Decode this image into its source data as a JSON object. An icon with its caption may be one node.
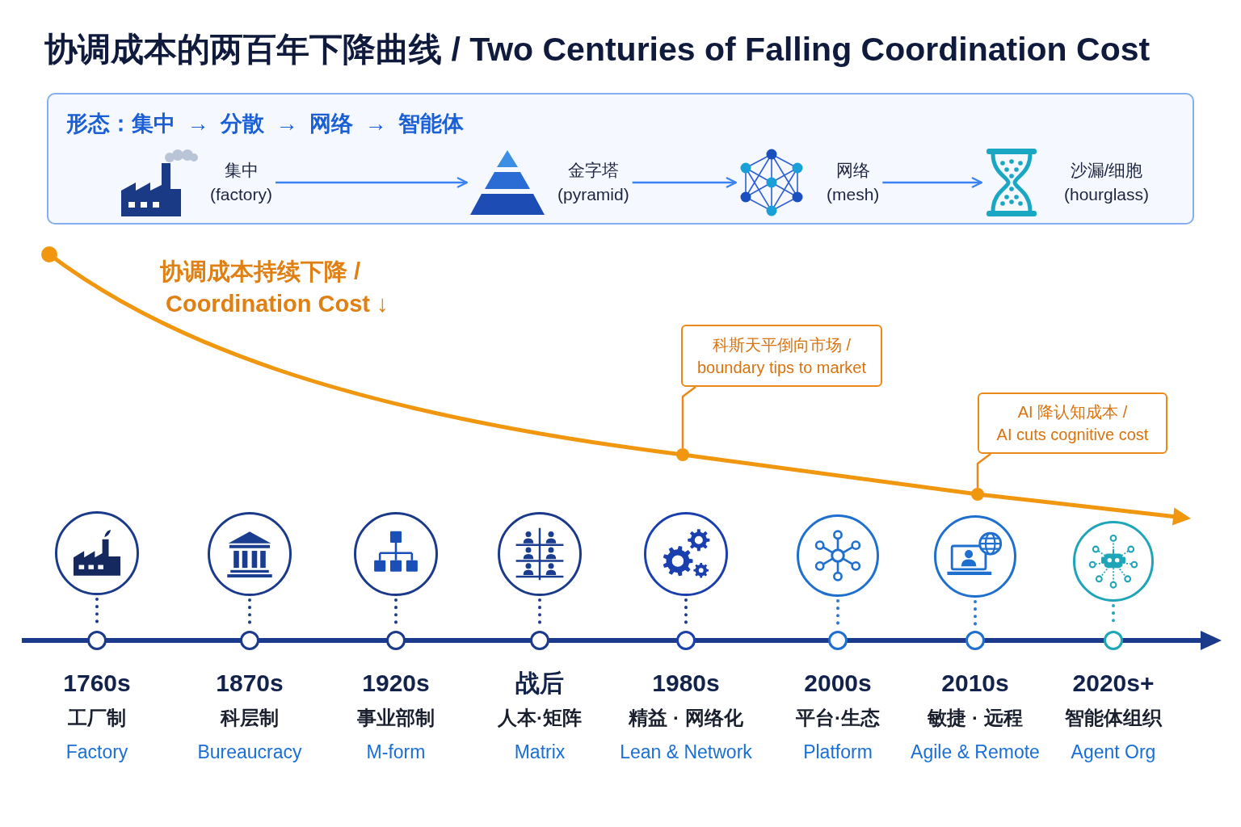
{
  "diagram": {
    "title": "协调成本的两百年下降曲线 / Two Centuries of Falling Coordination Cost",
    "nodes": [
      {
        "text": [
          "形态：集中 → 分散 → 网络 → 智能体"
        ]
      },
      {
        "text": [
          "集中",
          "(factory)"
        ],
        "in": 0
      },
      {
        "text": [
          "金字塔",
          "(pyramid)"
        ],
        "in": 0
      },
      {
        "text": [
          "网络",
          "(mesh)"
        ],
        "in": 0
      },
      {
        "text": [
          "沙漏/细胞",
          "(hourglass)"
        ],
        "in": 0
      },
      {
        "text": [
          "科斯天平倒向市场 /",
          "boundary tips to market"
        ]
      },
      {
        "text": [],
        "shape": "circle"
      },
      {
        "text": [
          "AI 降认知成本 /",
          "AI cuts cognitive cost"
        ]
      },
      {
        "text": [],
        "shape": "circle"
      },
      {
        "text": [],
        "shape": "circle"
      },
      {
        "text": [],
        "shape": "circle",
        "beside": [
          "1760s",
          "工厂制",
          "Factory"
        ]
      },
      {
        "text": [],
        "shape": "circle"
      },
      {
        "text": [],
        "shape": "circle",
        "beside": [
          "1870s",
          "科层制",
          "Bureaucracy"
        ]
      },
      {
        "text": [],
        "shape": "circle"
      },
      {
        "text": [],
        "shape": "circle",
        "beside": [
          "1920s",
          "事业部制",
          "M-form"
        ]
      },
      {
        "text": [],
        "shape": "circle"
      },
      {
        "text": [],
        "shape": "circle",
        "beside": [
          "战后",
          "人本·矩阵",
          "Matrix"
        ]
      },
      {
        "text": [],
        "shape": "circle"
      },
      {
        "text": [],
        "shape": "circle",
        "beside": [
          "1980s",
          "精益 · 网络化",
          "Lean & Network"
        ]
      },
      {
        "text": [],
        "shape": "circle"
      },
      {
        "text": [],
        "shape": "circle",
        "beside": [
          "2000s",
          "平台·生态",
          "Platform"
        ]
      },
      {
        "text": [],
        "shape": "circle"
      },
      {
        "text": [],
        "shape": "circle",
        "beside": [
          "2010s",
          "敏捷 · 远程",
          "Agile & Remote"
        ]
      },
      {
        "text": [],
        "shape": "circle"
      },
      {
        "text": [],
        "shape": "circle",
        "beside": [
          "2020s+",
          "智能体组织",
          "Agent Org"
        ]
      }
    ],
    "edges": [
      {
        "from": 1,
        "to": 2,
        "arrow": "to",
        "color": "#3b82f6"
      },
      {
        "from": 2,
        "to": 3,
        "arrow": "to",
        "color": "#3b82f6"
      },
      {
        "from": 3,
        "to": 4,
        "arrow": "to",
        "color": "#3b82f6"
      },
      {
        "from": 5,
        "to": 6,
        "arrow": "none",
        "color": "#e8891a"
      },
      {
        "from": 7,
        "to": 8,
        "arrow": "none",
        "color": "#e8891a"
      },
      {
        "from": 9,
        "to": 10,
        "arrow": "none",
        "style": "dashed"
      },
      {
        "from": 11,
        "to": 12,
        "arrow": "none",
        "style": "dashed"
      },
      {
        "from": 13,
        "to": 14,
        "arrow": "none",
        "style": "dashed"
      },
      {
        "from": 15,
        "to": 16,
        "arrow": "none",
        "style": "dashed"
      },
      {
        "from": 17,
        "to": 18,
        "arrow": "none",
        "style": "dashed"
      },
      {
        "from": 19,
        "to": 20,
        "arrow": "none",
        "style": "dashed",
        "color": "#2a78d4"
      },
      {
        "from": 21,
        "to": 22,
        "arrow": "none",
        "style": "dashed",
        "color": "#2a78d4"
      },
      {
        "from": 23,
        "to": 24,
        "arrow": "none",
        "style": "dashed",
        "color": "#22a8bf"
      }
    ],
    "labels": [
      "协调成本持续下降 /",
      "Coordination Cost ↓"
    ]
  }
}
